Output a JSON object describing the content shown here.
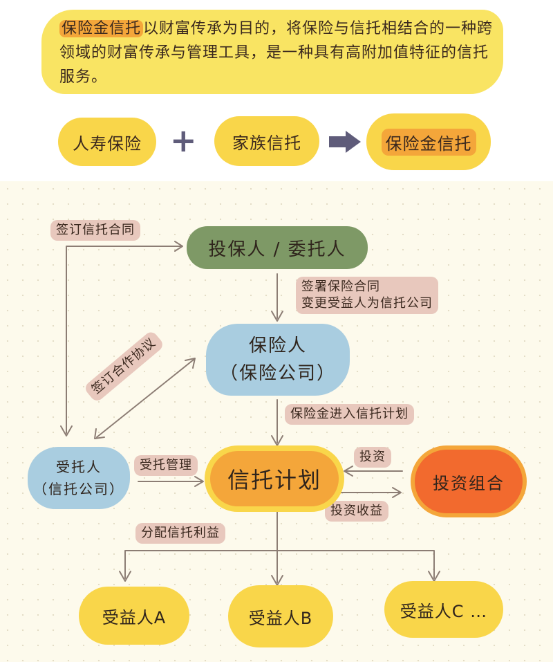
{
  "intro": {
    "highlight": "保险金信托",
    "text": "以财富传承为目的，将保险与信托相结合的一种跨领域的财富传承与管理工具，是一种具有高附加值特征的信托服务。"
  },
  "formula": {
    "left": "人寿保险",
    "plus": "+",
    "middle": "家族信托",
    "result": "保险金信托"
  },
  "diagram": {
    "policyholder": "投保人 / 委托人",
    "insurer_line1": "保险人",
    "insurer_line2": "（保险公司）",
    "trustee_line1": "受托人",
    "trustee_line2": "（信托公司）",
    "trust_plan": "信托计划",
    "portfolio": "投资组合",
    "beneficiary_a": "受益人A",
    "beneficiary_b": "受益人B",
    "beneficiary_c": "受益人C …",
    "labels": {
      "sign_trust_contract": "签订信托合同",
      "sign_insurance_line1": "签署保险合同",
      "sign_insurance_line2": "变更受益人为信托公司",
      "cooperation": "签订合作协议",
      "claim_into_trust": "保险金进入信托计划",
      "entrusted_management": "受托管理",
      "invest": "投资",
      "returns": "投资收益",
      "distribute": "分配信托利益"
    }
  },
  "colors": {
    "yellow": "#f9d64a",
    "orange": "#f4a63a",
    "green": "#7e9966",
    "blue": "#a9cde0",
    "red_orange": "#f26a2e",
    "label_pink": "#e8c8bd"
  }
}
